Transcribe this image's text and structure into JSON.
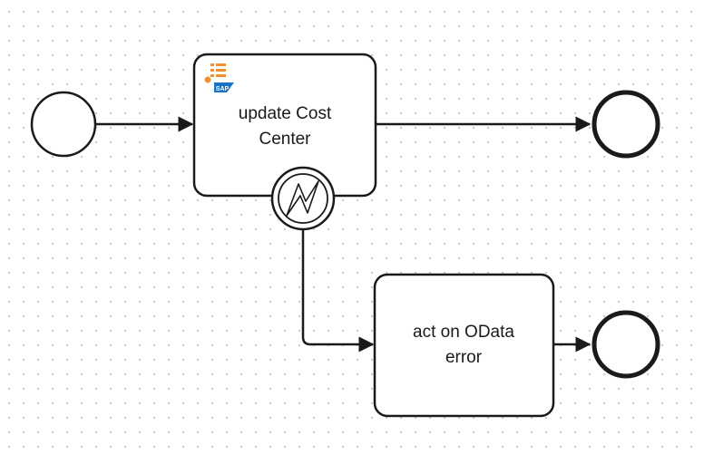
{
  "diagram": {
    "type": "bpmn-process",
    "tasks": [
      {
        "id": "task-update-cost-center",
        "label_lines": [
          "update Cost",
          "Center"
        ],
        "task_type": "service-task",
        "icon": "sap-service-task-icon",
        "boundary_event": "error-boundary-event"
      },
      {
        "id": "task-act-on-odata-error",
        "label_lines": [
          "act on OData",
          "error"
        ],
        "task_type": "task"
      }
    ],
    "events": [
      {
        "id": "start-event",
        "kind": "start"
      },
      {
        "id": "end-event-main",
        "kind": "end"
      },
      {
        "id": "end-event-error",
        "kind": "end"
      }
    ],
    "flows": [
      {
        "from": "start-event",
        "to": "task-update-cost-center"
      },
      {
        "from": "task-update-cost-center",
        "to": "end-event-main"
      },
      {
        "from": "error-boundary-event",
        "to": "task-act-on-odata-error"
      },
      {
        "from": "task-act-on-odata-error",
        "to": "end-event-error"
      }
    ],
    "colors": {
      "stroke": "#1a1a1a",
      "sap_icon_orange": "#f0912f",
      "sap_icon_blue": "#1873c8",
      "grid_dot": "#c9c9c9"
    }
  }
}
